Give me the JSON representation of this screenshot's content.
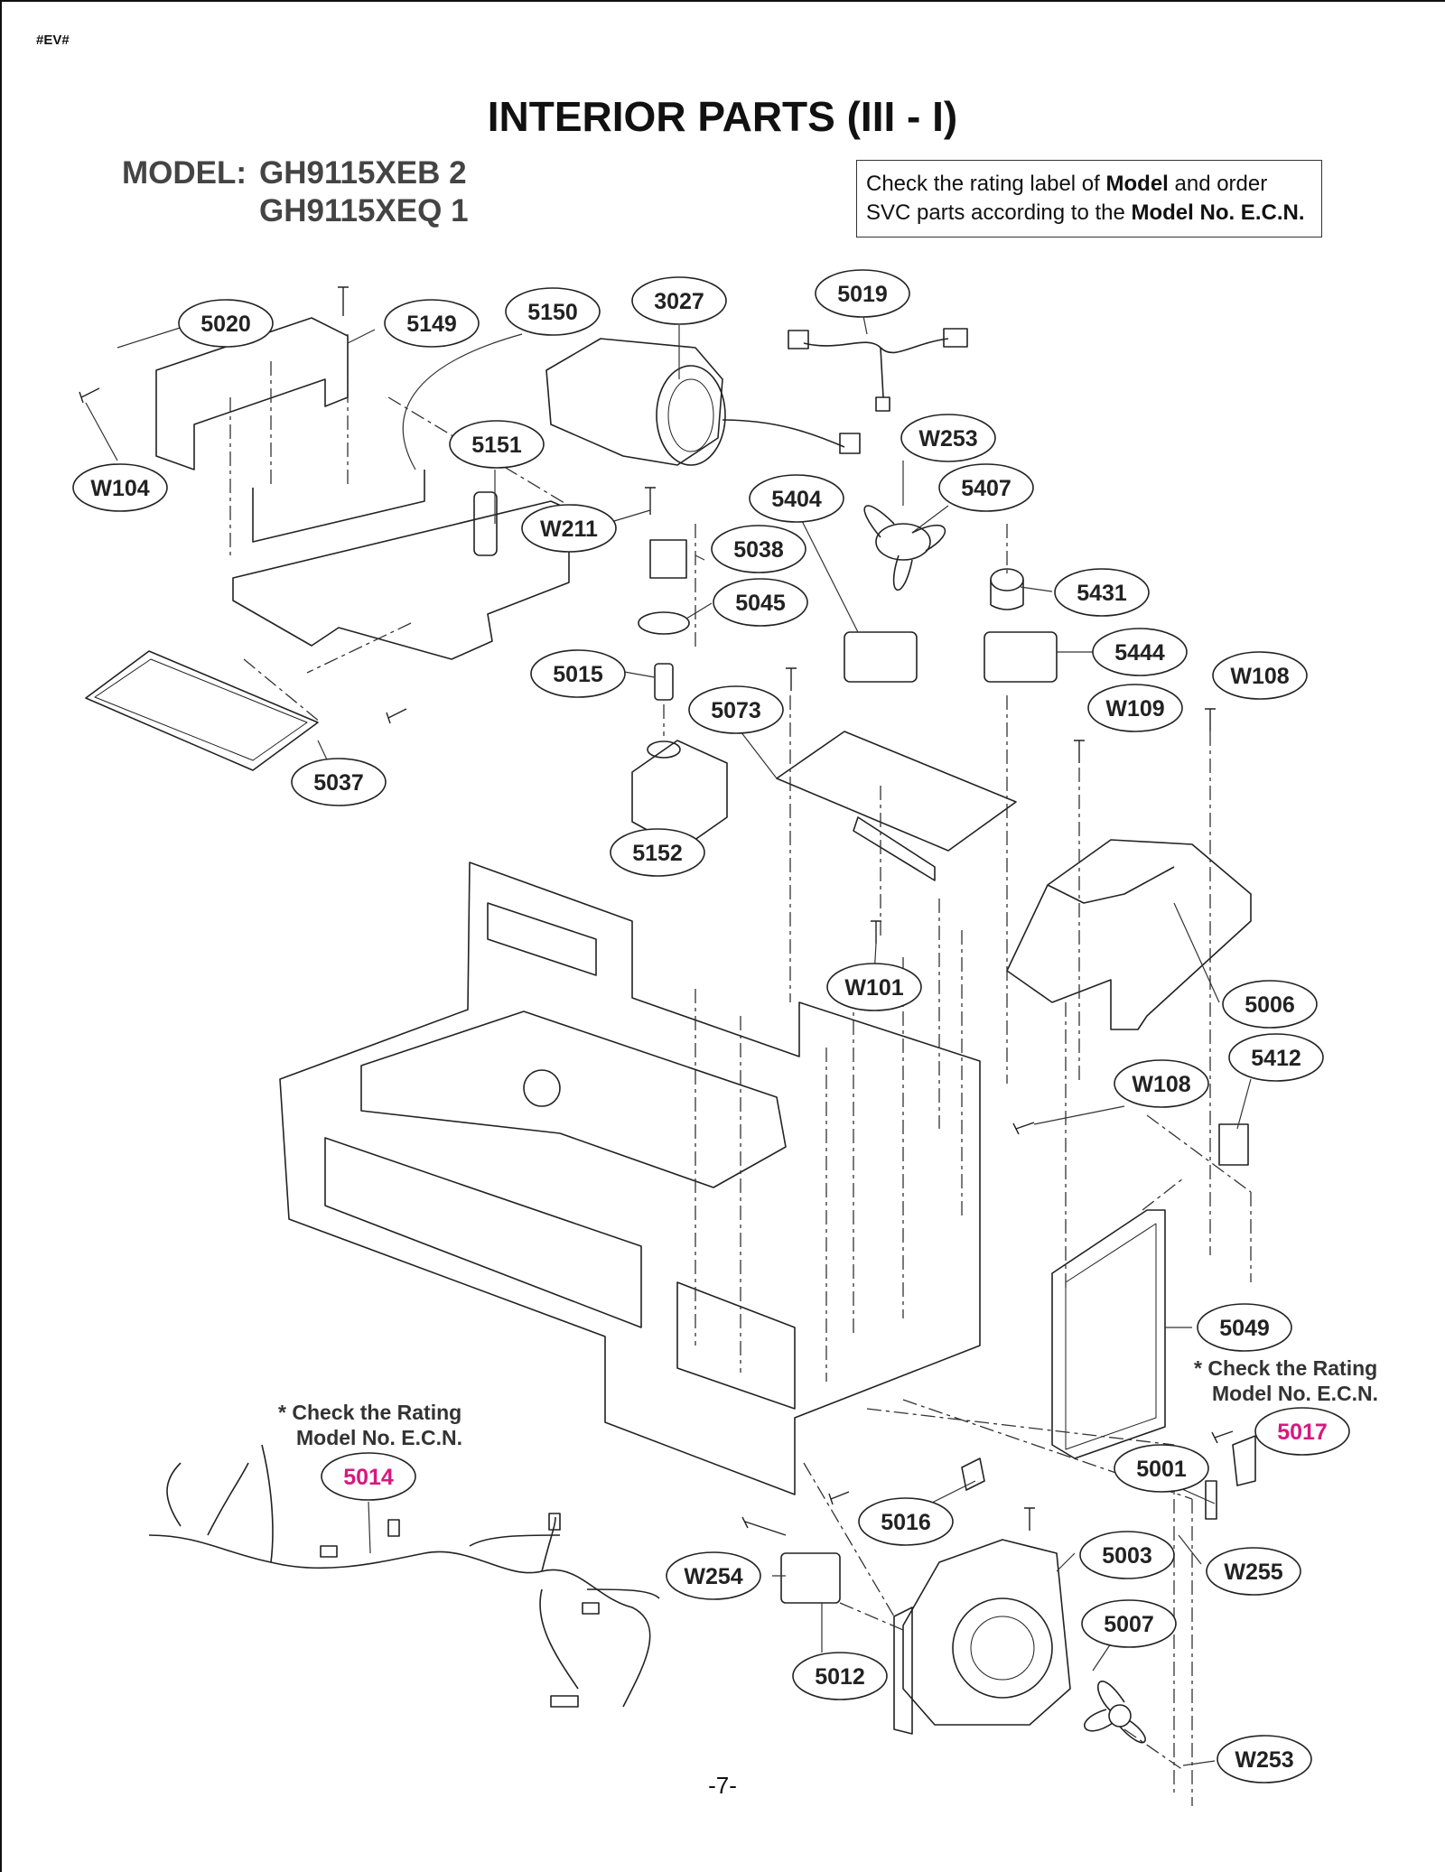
{
  "header": {
    "doc_code": "#EV#",
    "title": "INTERIOR PARTS (III - I)",
    "model_prefix": "MODEL:",
    "models": [
      "GH9115XEB 2",
      "GH9115XEQ 1"
    ]
  },
  "notice": {
    "line1_pre": "Check the rating label of ",
    "line1_bold": "Model",
    "line1_post": " and order",
    "line2_pre": "SVC parts according to the ",
    "line2_bold": "Model No. E.C.N."
  },
  "notes": [
    {
      "line1": "* Check the Rating",
      "line2": "Model No. E.C.N."
    },
    {
      "line1": "* Check the Rating",
      "line2": "Model No. E.C.N."
    }
  ],
  "labels": [
    {
      "id": "5020",
      "color": "#222222"
    },
    {
      "id": "5149",
      "color": "#222222"
    },
    {
      "id": "5150",
      "color": "#222222"
    },
    {
      "id": "3027",
      "color": "#222222"
    },
    {
      "id": "5019",
      "color": "#222222"
    },
    {
      "id": "W104",
      "color": "#222222"
    },
    {
      "id": "5151",
      "color": "#222222"
    },
    {
      "id": "W253",
      "color": "#222222"
    },
    {
      "id": "5407",
      "color": "#222222"
    },
    {
      "id": "5404",
      "color": "#222222"
    },
    {
      "id": "W211",
      "color": "#222222"
    },
    {
      "id": "5038",
      "color": "#222222"
    },
    {
      "id": "5045",
      "color": "#222222"
    },
    {
      "id": "5431",
      "color": "#222222"
    },
    {
      "id": "5444",
      "color": "#222222"
    },
    {
      "id": "W108",
      "color": "#222222"
    },
    {
      "id": "5015",
      "color": "#222222"
    },
    {
      "id": "W109",
      "color": "#222222"
    },
    {
      "id": "5073",
      "color": "#222222"
    },
    {
      "id": "5037",
      "color": "#222222"
    },
    {
      "id": "5152",
      "color": "#222222"
    },
    {
      "id": "W101",
      "color": "#222222"
    },
    {
      "id": "5006",
      "color": "#222222"
    },
    {
      "id": "5412",
      "color": "#222222"
    },
    {
      "id": "W108",
      "color": "#222222"
    },
    {
      "id": "5049",
      "color": "#222222"
    },
    {
      "id": "5017",
      "color": "#d6197f"
    },
    {
      "id": "5014",
      "color": "#d6197f"
    },
    {
      "id": "5001",
      "color": "#222222"
    },
    {
      "id": "5016",
      "color": "#222222"
    },
    {
      "id": "W255",
      "color": "#222222"
    },
    {
      "id": "5003",
      "color": "#222222"
    },
    {
      "id": "W254",
      "color": "#222222"
    },
    {
      "id": "5007",
      "color": "#222222"
    },
    {
      "id": "5012",
      "color": "#222222"
    },
    {
      "id": "W253",
      "color": "#222222"
    }
  ],
  "footer": {
    "page_number": "-7-"
  }
}
